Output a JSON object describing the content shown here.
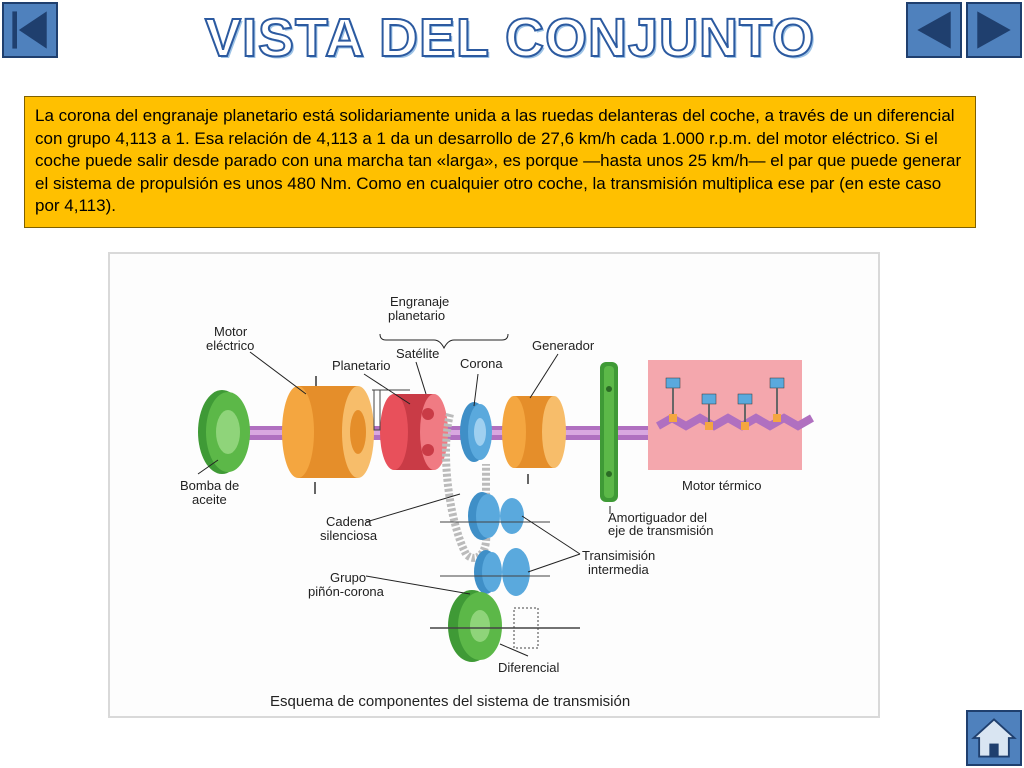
{
  "title": "VISTA DEL CONJUNTO",
  "description": "La corona del engranaje planetario está solidariamente unida a las ruedas delanteras del coche, a través de un diferencial con grupo 4,113 a 1. Esa relación de 4,113 a 1 da un desarrollo de 27,6 km/h cada 1.000 r.p.m. del motor eléctrico. Si el coche puede salir desde parado con una marcha tan «larga», es porque —hasta unos 25 km/h— el par que puede generar el sistema de propulsión es unos 480 Nm. Como en cualquier otro coche, la transmisión multiplica ese par (en este caso por 4,113).",
  "nav": {
    "first_icon": "first-slide-icon",
    "prev_icon": "previous-slide-icon",
    "next_icon": "next-slide-icon",
    "home_icon": "home-icon"
  },
  "diagram": {
    "labels": {
      "motor_electrico_1": "Motor",
      "motor_electrico_2": "eléctrico",
      "engranaje_1": "Engranaje",
      "engranaje_2": "planetario",
      "planetario": "Planetario",
      "satelite": "Satélite",
      "corona": "Corona",
      "generador": "Generador",
      "bomba_1": "Bomba de",
      "bomba_2": "aceite",
      "motor_termico": "Motor térmico",
      "cadena_1": "Cadena",
      "cadena_2": "silenciosa",
      "amortiguador_1": "Amortiguador del",
      "amortiguador_2": "eje de transmisión",
      "transmision_1": "Transimisión",
      "transmision_2": "intermedia",
      "grupo_1": "Grupo",
      "grupo_2": "piñón-corona",
      "diferencial": "Diferencial"
    },
    "caption": "Esquema de componentes del sistema de transmisión"
  },
  "colors": {
    "nav_blue": "#4f81bd",
    "textbox": "#ffc000",
    "motor_orange": "#f4a640",
    "gear_green": "#5cb848",
    "gear_blue": "#5aa9dd",
    "planet_red": "#e8505b",
    "engine_pink": "#f4a7ad",
    "shaft_purple": "#b070c0"
  }
}
